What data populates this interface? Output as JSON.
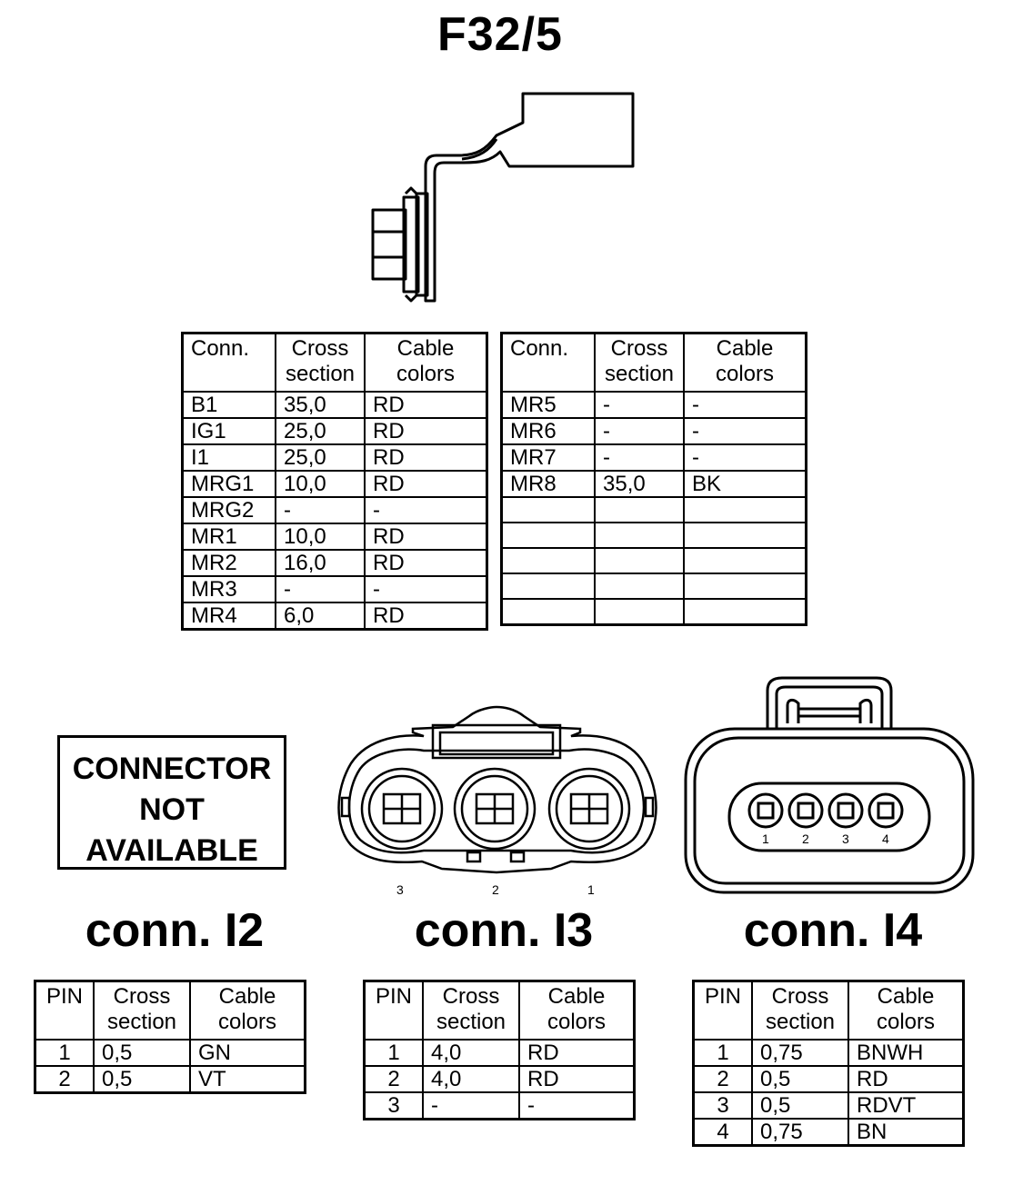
{
  "title": "F32/5",
  "main_table_left": {
    "headers": {
      "conn": "Conn.",
      "cross_1": "Cross",
      "cross_2": "section",
      "cable_1": "Cable",
      "cable_2": "colors"
    },
    "rows": [
      {
        "conn": "B1",
        "cross": "35,0",
        "color": "RD"
      },
      {
        "conn": "IG1",
        "cross": "25,0",
        "color": "RD"
      },
      {
        "conn": "I1",
        "cross": "25,0",
        "color": "RD"
      },
      {
        "conn": "MRG1",
        "cross": "10,0",
        "color": "RD"
      },
      {
        "conn": "MRG2",
        "cross": "-",
        "color": "-"
      },
      {
        "conn": "MR1",
        "cross": "10,0",
        "color": "RD"
      },
      {
        "conn": "MR2",
        "cross": "16,0",
        "color": "RD"
      },
      {
        "conn": "MR3",
        "cross": "-",
        "color": "-"
      },
      {
        "conn": "MR4",
        "cross": "6,0",
        "color": "RD"
      }
    ]
  },
  "main_table_right": {
    "headers": {
      "conn": "Conn.",
      "cross_1": "Cross",
      "cross_2": "section",
      "cable_1": "Cable",
      "cable_2": "colors"
    },
    "rows": [
      {
        "conn": "MR5",
        "cross": "-",
        "color": "-"
      },
      {
        "conn": "MR6",
        "cross": "-",
        "color": "-"
      },
      {
        "conn": "MR7",
        "cross": "-",
        "color": "-"
      },
      {
        "conn": "MR8",
        "cross": "35,0",
        "color": "BK"
      },
      {
        "conn": "",
        "cross": "",
        "color": ""
      },
      {
        "conn": "",
        "cross": "",
        "color": ""
      },
      {
        "conn": "",
        "cross": "",
        "color": ""
      },
      {
        "conn": "",
        "cross": "",
        "color": ""
      },
      {
        "conn": "",
        "cross": "",
        "color": ""
      }
    ]
  },
  "connector_not_available": {
    "line1": "CONNECTOR",
    "line2": "NOT",
    "line3": "AVAILABLE"
  },
  "connectors": {
    "i2": {
      "label": "conn. I2",
      "headers": {
        "pin": "PIN",
        "cross_1": "Cross",
        "cross_2": "section",
        "cable_1": "Cable",
        "cable_2": "colors"
      },
      "rows": [
        {
          "pin": "1",
          "cross": "0,5",
          "color": "GN"
        },
        {
          "pin": "2",
          "cross": "0,5",
          "color": "VT"
        }
      ]
    },
    "i3": {
      "label": "conn. I3",
      "pin_labels": [
        "3",
        "2",
        "1"
      ],
      "headers": {
        "pin": "PIN",
        "cross_1": "Cross",
        "cross_2": "section",
        "cable_1": "Cable",
        "cable_2": "colors"
      },
      "rows": [
        {
          "pin": "1",
          "cross": "4,0",
          "color": "RD"
        },
        {
          "pin": "2",
          "cross": "4,0",
          "color": "RD"
        },
        {
          "pin": "3",
          "cross": "-",
          "color": "-"
        }
      ]
    },
    "i4": {
      "label": "conn. I4",
      "pin_labels": [
        "1",
        "2",
        "3",
        "4"
      ],
      "headers": {
        "pin": "PIN",
        "cross_1": "Cross",
        "cross_2": "section",
        "cable_1": "Cable",
        "cable_2": "colors"
      },
      "rows": [
        {
          "pin": "1",
          "cross": "0,75",
          "color": "BNWH"
        },
        {
          "pin": "2",
          "cross": "0,5",
          "color": "RD"
        },
        {
          "pin": "3",
          "cross": "0,5",
          "color": "RDVT"
        },
        {
          "pin": "4",
          "cross": "0,75",
          "color": "BN"
        }
      ]
    }
  }
}
